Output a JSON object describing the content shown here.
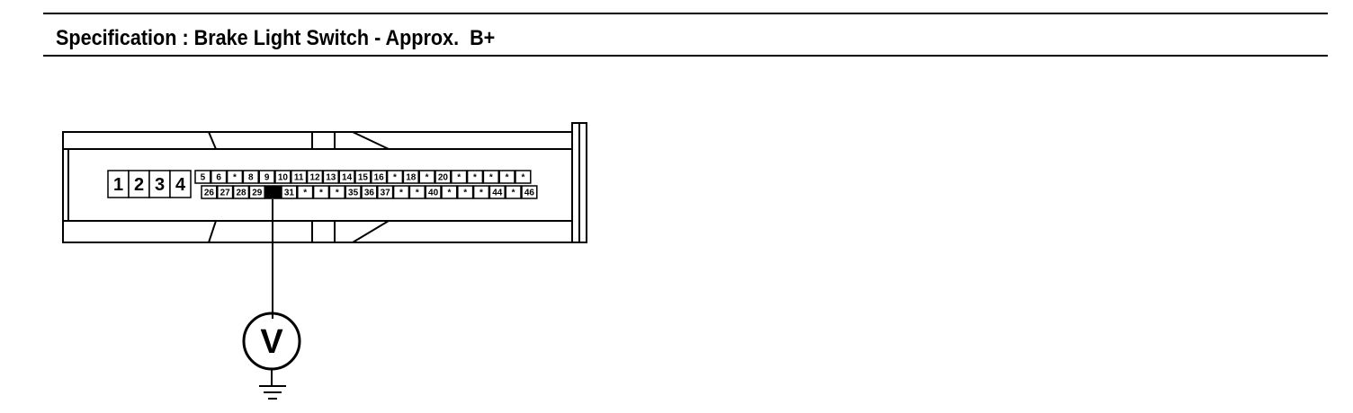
{
  "spec": {
    "label": "Specification",
    "separator": ":",
    "text": "Brake Light Switch - Approx.  B+"
  },
  "connector": {
    "large_pins": [
      "1",
      "2",
      "3",
      "4"
    ],
    "upper_row": [
      "5",
      "6",
      "*",
      "8",
      "9",
      "10",
      "11",
      "12",
      "13",
      "14",
      "15",
      "16",
      "*",
      "18",
      "*",
      "20",
      "*",
      "*",
      "*",
      "*",
      "*"
    ],
    "lower_row": [
      "26",
      "27",
      "28",
      "29",
      "",
      "31",
      "*",
      "*",
      "*",
      "35",
      "36",
      "37",
      "*",
      "*",
      "40",
      "*",
      "*",
      "*",
      "44",
      "*",
      "46"
    ],
    "highlighted_pin": "30"
  },
  "meter": {
    "symbol": "V"
  },
  "colors": {
    "ink": "#000000",
    "paper": "#ffffff"
  }
}
